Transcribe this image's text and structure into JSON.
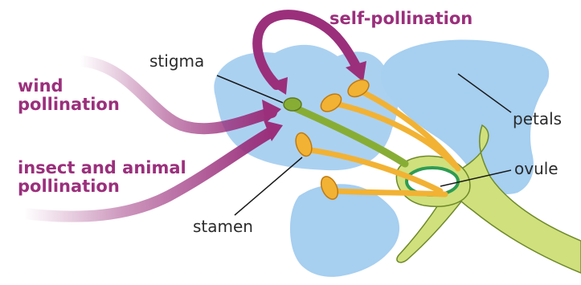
{
  "labels": {
    "self_pollination": "self-pollination",
    "wind_pollination_line1": "wind",
    "wind_pollination_line2": "pollination",
    "insect_pollination_line1": "insect and animal",
    "insect_pollination_line2": "pollination",
    "stigma": "stigma",
    "stamen": "stamen",
    "petals": "petals",
    "ovule": "ovule"
  },
  "colors": {
    "pollination_arrows": "#9b2f7c",
    "petals": "#a6cff0",
    "stamen": "#f2b233",
    "stigma": "#88ad35",
    "stem": "#cfe07c",
    "ovule": "#ffffff"
  }
}
